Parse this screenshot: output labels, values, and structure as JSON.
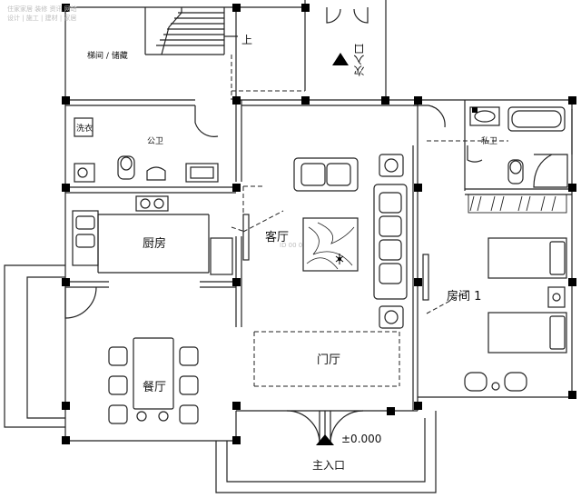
{
  "watermark": {
    "line1": "住家家居 装修 资讯 网站",
    "line2": "设计 | 施工 | 建材 | 家居",
    "center": "ID 00 0"
  },
  "rooms": {
    "stair_storage": "梯间 / 储藏",
    "up": "上",
    "public_bath": "公卫",
    "laundry": "洗衣",
    "kitchen": "厨房",
    "dining": "餐厅",
    "living": "客厅",
    "foyer": "门厅",
    "bedroom1": "房间 1",
    "private_bath": "私卫"
  },
  "entrances": {
    "side": "次入口",
    "main": "主入口",
    "elevation": "±0.000"
  },
  "colors": {
    "line": "#222222",
    "pillar": "#000000",
    "background": "#ffffff"
  }
}
